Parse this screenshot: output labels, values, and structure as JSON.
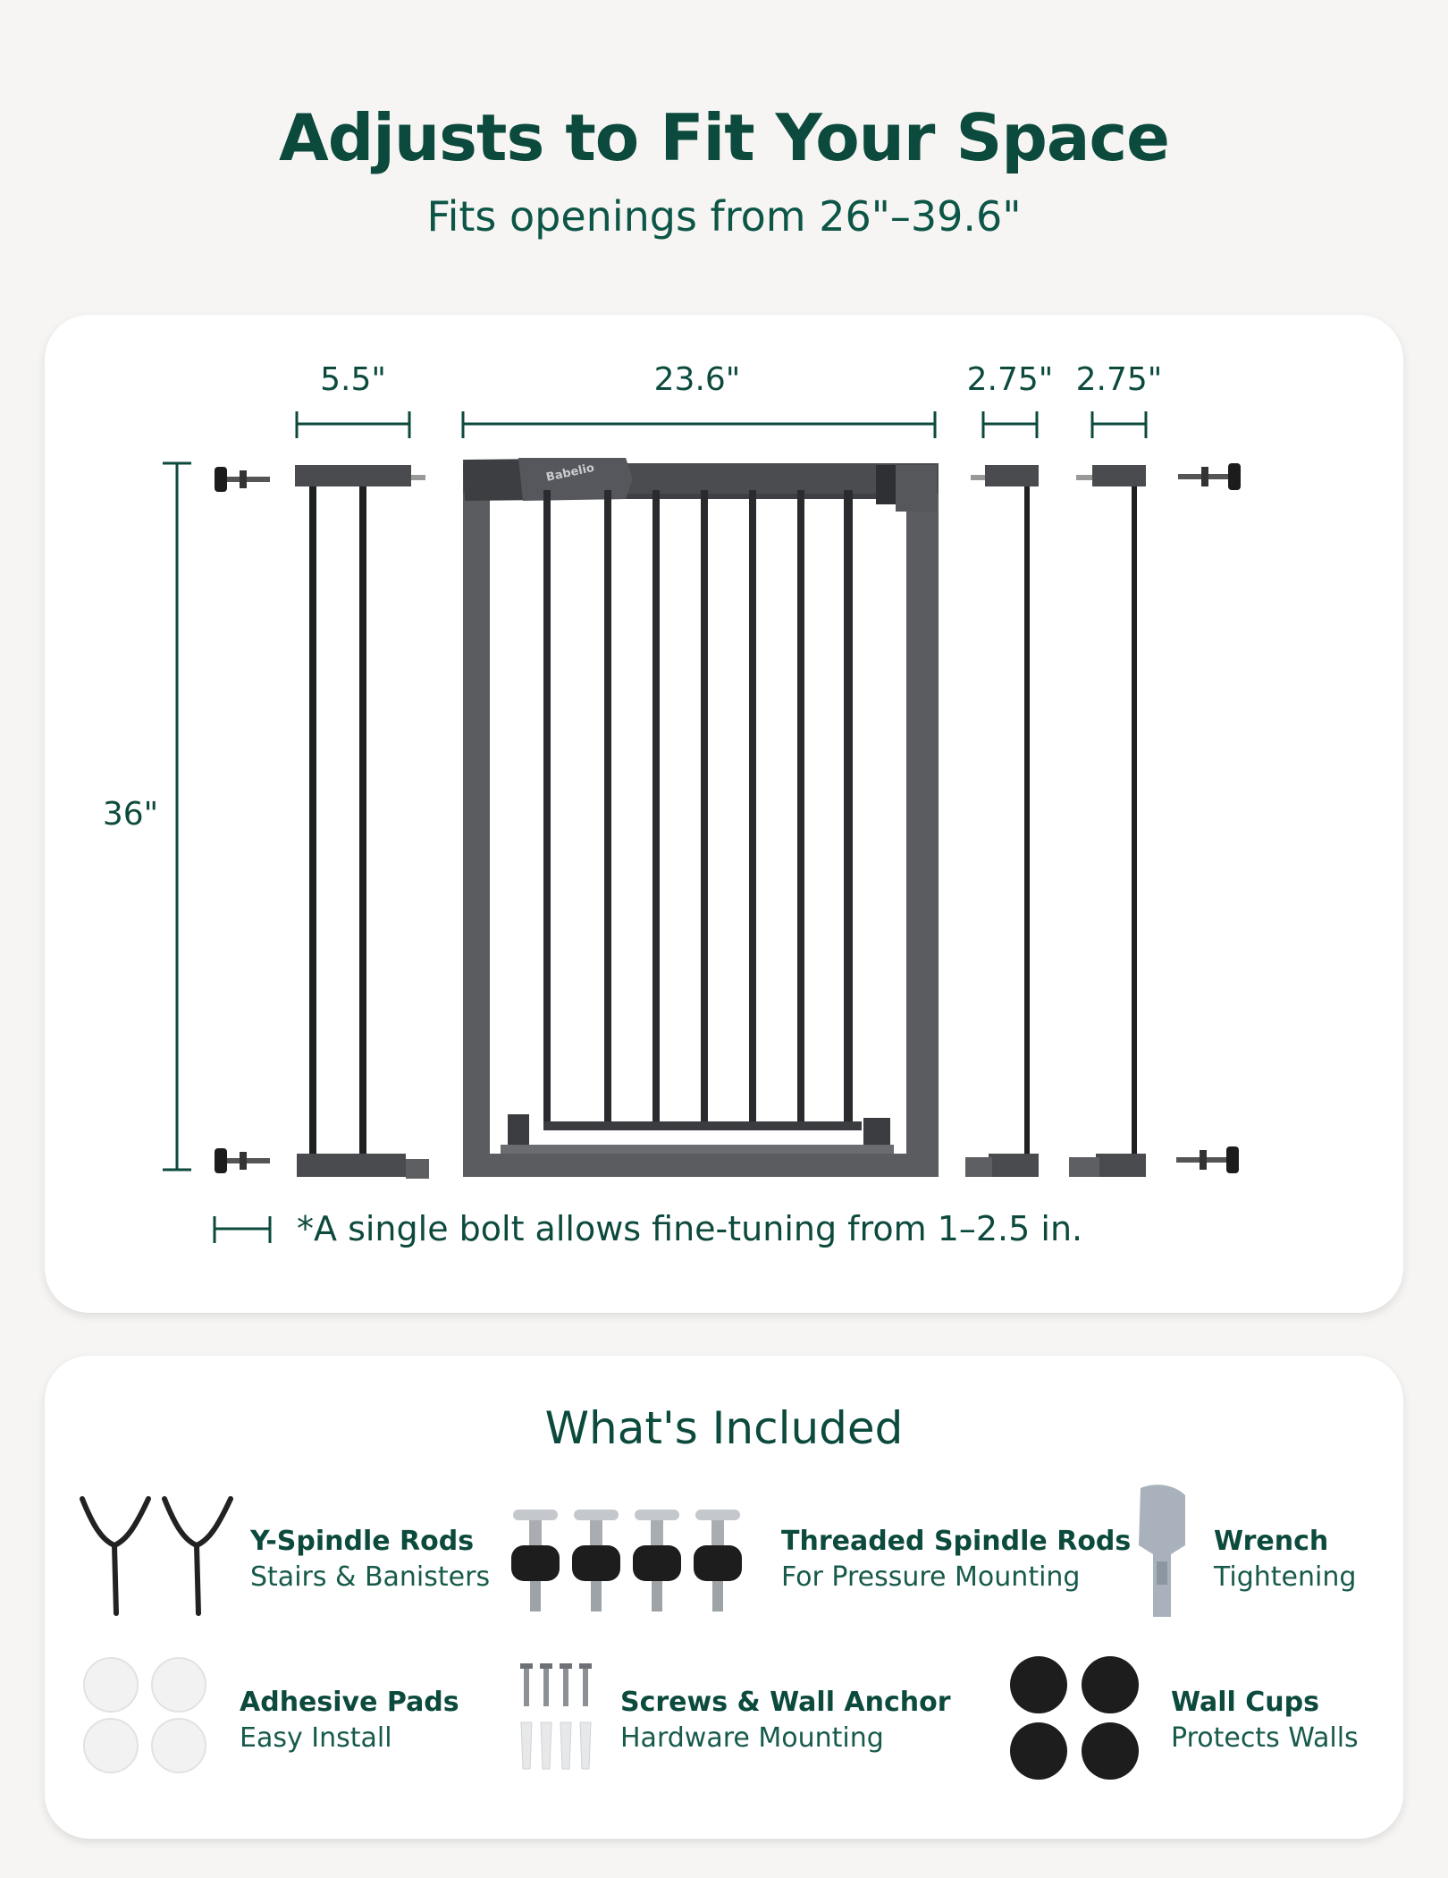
{
  "header": {
    "title": "Adjusts to Fit Your Space",
    "subtitle": "Fits openings from 26\"–39.6\""
  },
  "dimensions": {
    "ext_left": "5.5\"",
    "gate": "23.6\"",
    "ext_right_1": "2.75\"",
    "ext_right_2": "2.75\"",
    "height": "36\"",
    "brand": "Babelio"
  },
  "note": "*A single bolt allows fine-tuning from 1–2.5 in.",
  "included": {
    "title": "What's Included",
    "items": [
      {
        "name": "Y-Spindle Rods",
        "desc": "Stairs & Banisters",
        "icon": "y-spindle-icon"
      },
      {
        "name": "Threaded Spindle Rods",
        "desc": "For Pressure Mounting",
        "icon": "threaded-rod-icon"
      },
      {
        "name": "Wrench",
        "desc": "Tightening",
        "icon": "wrench-icon"
      },
      {
        "name": "Adhesive Pads",
        "desc": "Easy Install",
        "icon": "adhesive-pad-icon"
      },
      {
        "name": "Screws & Wall Anchor",
        "desc": "Hardware Mounting",
        "icon": "screw-icon"
      },
      {
        "name": "Wall Cups",
        "desc": "Protects Walls",
        "icon": "wall-cup-icon"
      }
    ]
  },
  "colors": {
    "accent": "#0b4a3c",
    "frame": "#55575a",
    "bar": "#1e1f21",
    "card": "#ffffff",
    "background": "#f6f5f3"
  }
}
